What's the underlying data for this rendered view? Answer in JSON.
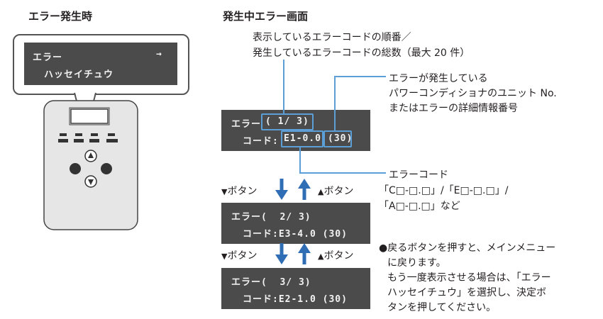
{
  "left": {
    "heading": "エラー発生時",
    "display_line1": "エラー",
    "display_arrow": "→",
    "display_line2": "ハッセイチュウ"
  },
  "right": {
    "heading": "発生中エラー画面",
    "annotation_top_1": "表示しているエラーコードの順番／",
    "annotation_top_2": "発生しているエラーコードの総数（最大 20 件）",
    "annotation_unit_1": "エラーが発生している",
    "annotation_unit_2": "パワーコンディショナのユニット No.",
    "annotation_unit_3": "またはエラーの詳細情報番号",
    "annotation_code_1": "エラーコード",
    "annotation_code_2": "「C□-□.□」/「E□-□.□」/",
    "annotation_code_3": "「A□-□.□」など",
    "screens": [
      {
        "line1_prefix": "エラー",
        "line1_value": "( 1/ 3)",
        "line2_prefix": "コード:",
        "line2_code": "E1-0.0",
        "line2_unit": "(30)"
      },
      {
        "line1": "エラー(  2/ 3)",
        "line2": "コード:E3-4.0 (30)"
      },
      {
        "line1": "エラー(  3/ 3)",
        "line2": "コード:E2-1.0 (30)"
      }
    ],
    "down_button_label": "ボタン",
    "up_button_label": "ボタン",
    "note_bullet": "●",
    "note_lines": [
      "戻るボタンを押すと、メインメニュー",
      "に戻ります。",
      "もう一度表示させる場合は、「エラー",
      "ハッセイチュウ」を選択し、決定ボ",
      "タンを押してください。"
    ]
  },
  "colors": {
    "lcd_bg": "#4b4b4b",
    "highlight": "#5b9fd6",
    "arrow": "#2f6db5",
    "lcd_text": "#f2f2f2"
  }
}
